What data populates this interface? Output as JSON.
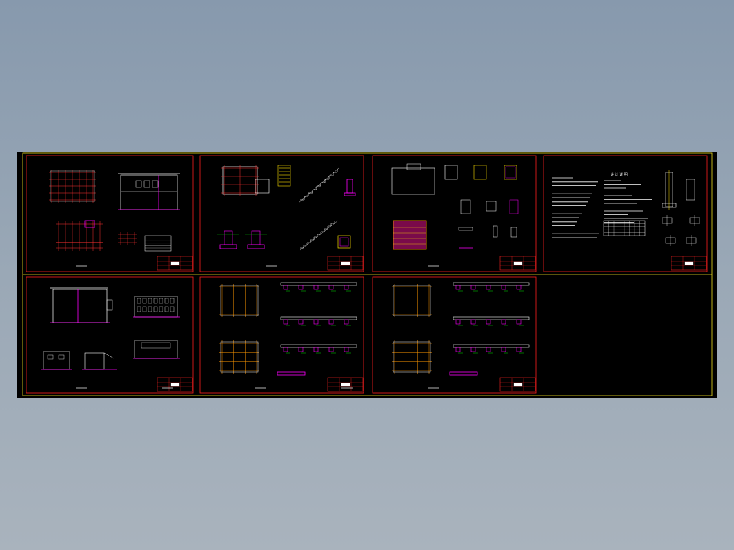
{
  "viewer": {
    "background_color": "#8f9fb1",
    "canvas_color": "#000000"
  },
  "colors": {
    "sheet_border": "#ff2020",
    "outer_frame": "#f0e020",
    "wall": "#ffffff",
    "grid": "#ff3030",
    "column": "#ff9800",
    "dimension": "#00e000",
    "hatch": "#ff00ff",
    "rebar": "#ffe000",
    "text": "#ffffff"
  },
  "sheets": [
    {
      "id": 1,
      "content": "plans-and-section"
    },
    {
      "id": 2,
      "content": "foundation-and-stair-details"
    },
    {
      "id": 3,
      "content": "column-and-slab-details"
    },
    {
      "id": 4,
      "content": "design-notes"
    },
    {
      "id": 5,
      "content": "elevations"
    },
    {
      "id": 6,
      "content": "floor-beam-layout"
    },
    {
      "id": 7,
      "content": "roof-beam-layout"
    }
  ],
  "notes_sheet": {
    "heading": "设 计 说 明"
  }
}
